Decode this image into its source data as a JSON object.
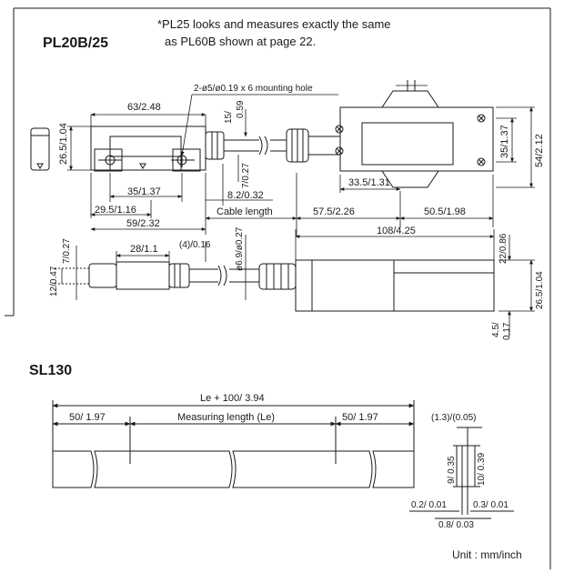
{
  "headings": {
    "pl20b": "PL20B/25",
    "sl130": "SL130"
  },
  "note": {
    "line1": "*PL25 looks and measures exactly the same",
    "line2": "as PL60B shown at page 22."
  },
  "pl_dims": {
    "mounting_hole": "2-ø5/ø0.19 x 6 mounting hole",
    "width_63": "63/2.48",
    "h_15": "15/",
    "h_059": "0.59",
    "h_265": "26.5/1.04",
    "h_7a": "7/0.27",
    "w_35": "35/1.37",
    "w_82": "8.2/0.32",
    "w_295": "29.5/1.16",
    "w_59": "59/2.32",
    "cable_length": "Cable length",
    "w_575": "57.5/2.26",
    "w_505": "50.5/1.98",
    "w_335": "33.5/1.31",
    "h_35r": "35/1.37",
    "h_54": "54/2.12",
    "w_281": "28/1.1",
    "w_4": "(4)/0.16",
    "dia_69": "ø6.9/ø0.27",
    "w_108": "108/4.25",
    "h_22": "22/0.86",
    "h_7b": "7/0.27",
    "h_12": "12/0.47",
    "h_265b": "26.5/1.04",
    "h_45": "4.5/",
    "h_017": "0.17"
  },
  "sl_dims": {
    "total": "Le + 100/ 3.94",
    "left_50": "50/ 1.97",
    "measuring": "Measuring length (Le)",
    "right_50": "50/ 1.97",
    "top_13": "(1.3)/(0.05)",
    "h_9": "9/ 0.35",
    "h_10": "10/ 0.39",
    "w_02": "0.2/ 0.01",
    "w_03": "0.3/ 0.01",
    "w_08": "0.8/ 0.03"
  },
  "unit": "Unit : mm/inch"
}
